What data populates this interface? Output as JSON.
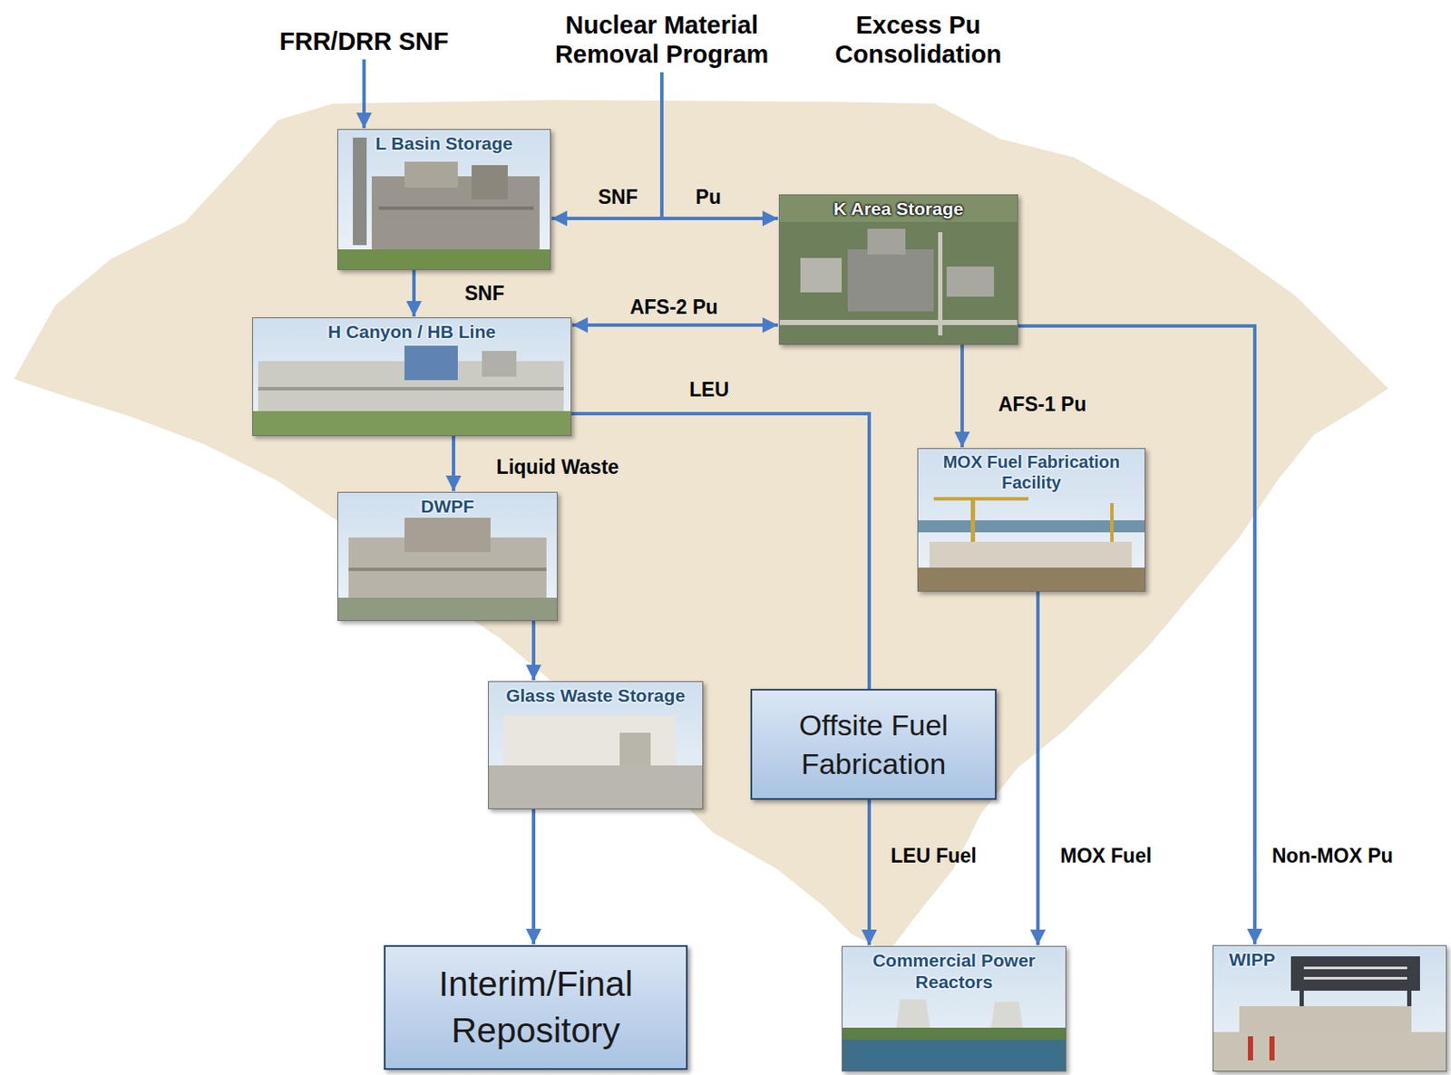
{
  "diagram": {
    "nodes": [
      {
        "text": [
          "FRR/DRR SNF"
        ]
      },
      {
        "text": [
          "Nuclear Material Removal Program"
        ]
      },
      {
        "text": [
          "Excess Pu Consolidation"
        ]
      },
      {
        "text": [
          "L Basin Storage"
        ]
      },
      {
        "text": [
          "K Area Storage"
        ]
      },
      {
        "text": [
          "H Canyon / HB Line"
        ]
      },
      {
        "text": [
          "DWPF"
        ]
      },
      {
        "text": [
          "MOX Fuel Fabrication Facility"
        ]
      },
      {
        "text": [
          "Glass Waste Storage"
        ]
      },
      {
        "text": [
          "Offsite Fuel Fabrication"
        ]
      },
      {
        "text": [
          "Interim/Final Repository"
        ]
      },
      {
        "text": [
          "Commercial Power Reactors"
        ]
      },
      {
        "text": [
          "WIPP"
        ]
      }
    ],
    "edges": [
      {
        "from": 0,
        "to": 3,
        "arrow": "to"
      },
      {
        "from": 1,
        "to": 3,
        "label": "SNF",
        "arrow": "to"
      },
      {
        "from": 1,
        "to": 4,
        "label": "Pu",
        "arrow": "to"
      },
      {
        "from": 3,
        "to": 5,
        "label": "SNF",
        "arrow": "to"
      },
      {
        "from": 5,
        "to": 4,
        "label": "AFS-2 Pu",
        "arrow": "both"
      },
      {
        "from": 5,
        "to": 9,
        "label": "LEU",
        "arrow": "none"
      },
      {
        "from": 5,
        "to": 6,
        "label": "Liquid Waste",
        "arrow": "to"
      },
      {
        "from": 4,
        "to": 7,
        "label": "AFS-1 Pu",
        "arrow": "to"
      },
      {
        "from": 4,
        "to": 12,
        "label": "Non-MOX Pu",
        "arrow": "to"
      },
      {
        "from": 6,
        "to": 8,
        "arrow": "to"
      },
      {
        "from": 8,
        "to": 10,
        "arrow": "to"
      },
      {
        "from": 9,
        "to": 11,
        "label": "LEU Fuel",
        "arrow": "to"
      },
      {
        "from": 7,
        "to": 11,
        "label": "MOX Fuel",
        "arrow": "to"
      }
    ]
  }
}
